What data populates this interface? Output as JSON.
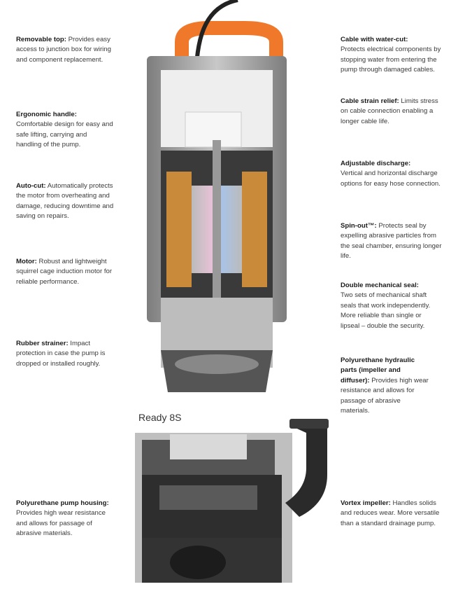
{
  "left_features": [
    {
      "title": "Removable top:",
      "text": " Provides easy access to junction box for wiring and component replacement."
    },
    {
      "title": "Ergonomic handle:",
      "text": " Comfortable design for easy and safe lifting, carrying and handling of the pump."
    },
    {
      "title": "Auto-cut:",
      "text": " Automatically protects the motor from overheating and damage, reducing downtime and saving on repairs."
    },
    {
      "title": "Motor:",
      "text": " Robust and lightweight squirrel cage induction motor for reliable performance."
    },
    {
      "title": "Rubber strainer:",
      "text": " Impact protection in case the pump is dropped or installed roughly."
    },
    {
      "title": "Polyurethane pump housing:",
      "text": " Provides high wear resistance and allows for passage of abrasive materials."
    }
  ],
  "right_features": [
    {
      "title": "Cable with water-cut:",
      "text": " Protects electrical components by stopping water from entering the pump through damaged cables."
    },
    {
      "title": "Cable strain relief:",
      "text": " Limits stress on cable connection enabling a longer cable life."
    },
    {
      "title": "Adjustable discharge:",
      "text": " Vertical and horizontal discharge options for easy hose connection."
    },
    {
      "title": "Spin-out™:",
      "text": " Protects seal by expelling abrasive particles from the seal chamber, ensuring longer life."
    },
    {
      "title": "Double mechanical seal:",
      "text": " Two sets of mechanical shaft seals that work independently. More reliable than single or lipseal – double the security."
    },
    {
      "title": "Polyurethane hydraulic parts (impeller and diffuser):",
      "text": " Provides high wear resistance and allows for passage of abrasive materials."
    },
    {
      "title": "Vortex impeller:",
      "text": " Handles solids and reduces wear. More versatile than a standard drainage pump."
    }
  ],
  "caption": "Ready 8S",
  "colors": {
    "handle": "#f0782a",
    "housing": "#9a9a9a",
    "dark": "#2b2b2b",
    "copper": "#c98a3a"
  }
}
